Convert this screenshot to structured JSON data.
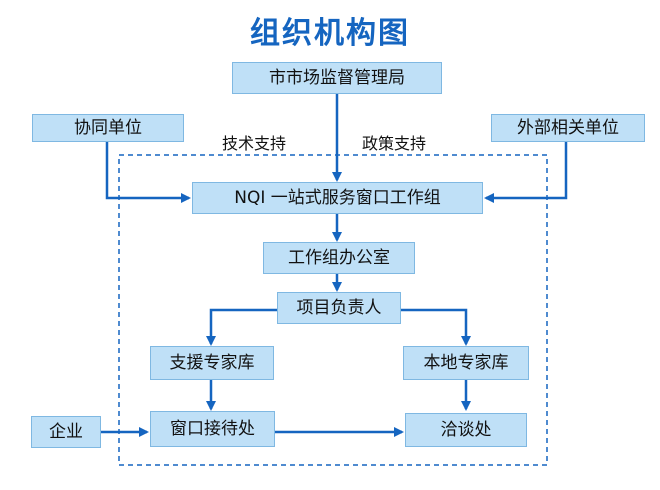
{
  "title": "组织机构图",
  "nodes": {
    "market_bureau": "市市场监督管理局",
    "partner_units": "协同单位",
    "external_units": "外部相关单位",
    "nqi_group": "NQI 一站式服务窗口工作组",
    "group_office": "工作组办公室",
    "project_lead": "项目负责人",
    "support_experts": "支援专家库",
    "local_experts": "本地专家库",
    "enterprise": "企业",
    "reception_window": "窗口接待处",
    "negotiation_office": "洽谈处"
  },
  "edge_labels": {
    "tech_support": "技术支持",
    "policy_support": "政策支持"
  },
  "colors": {
    "box_fill": "#bfe0f7",
    "box_border": "#7fb8e2",
    "arrow": "#1565c0",
    "dashed_frame": "#1565c0",
    "title": "#1565c0"
  }
}
